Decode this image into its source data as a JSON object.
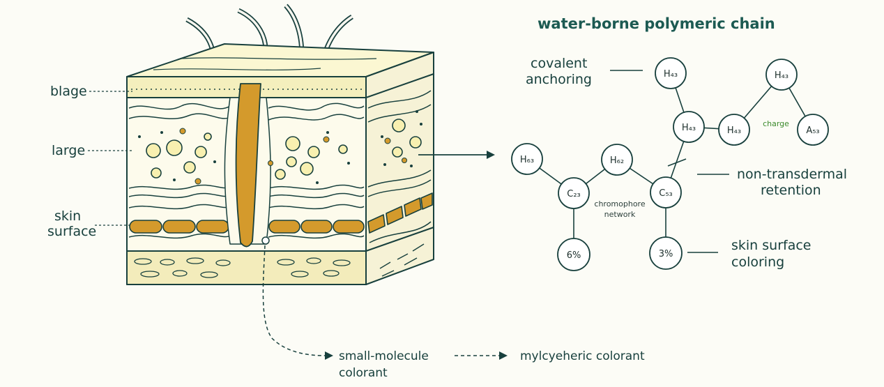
{
  "title": "water-borne polymeric chain",
  "left_labels": {
    "top": "blage",
    "middle": "large",
    "bottom_line1": "skin",
    "bottom_line2": "surface"
  },
  "right_labels": {
    "covalent_line1": "covalent",
    "covalent_line2": "anchoring",
    "retention_line1": "non-transdermal",
    "retention_line2": "retention",
    "coloring_line1": "skin surface",
    "coloring_line2": "coloring",
    "chromophore_line1": "chromophore",
    "chromophore_line2": "network",
    "charge": "charge"
  },
  "bottom_labels": {
    "small_line1": "small-molecule",
    "small_line2": "colorant",
    "polymeric": "mylcyeheric colorant"
  },
  "nodes": [
    {
      "id": "h_top",
      "label": "H₄₃"
    },
    {
      "id": "h_mid",
      "label": "H₄₃"
    },
    {
      "id": "h_right",
      "label": "H₄₃"
    },
    {
      "id": "h_far",
      "label": "H₄₃"
    },
    {
      "id": "a_far",
      "label": "A₅₃"
    },
    {
      "id": "h_left",
      "label": "H₆₃"
    },
    {
      "id": "h_center",
      "label": "H₆₂"
    },
    {
      "id": "c_left",
      "label": "C₂₃"
    },
    {
      "id": "c_right",
      "label": "C₅₃"
    },
    {
      "id": "pct_left",
      "label": "6%"
    },
    {
      "id": "pct_right",
      "label": "3%"
    }
  ],
  "colors": {
    "ink": "#18403d",
    "skin_fill": "#fbf7d2",
    "ochre": "#d49a2c",
    "accent": "#1c5a52"
  }
}
